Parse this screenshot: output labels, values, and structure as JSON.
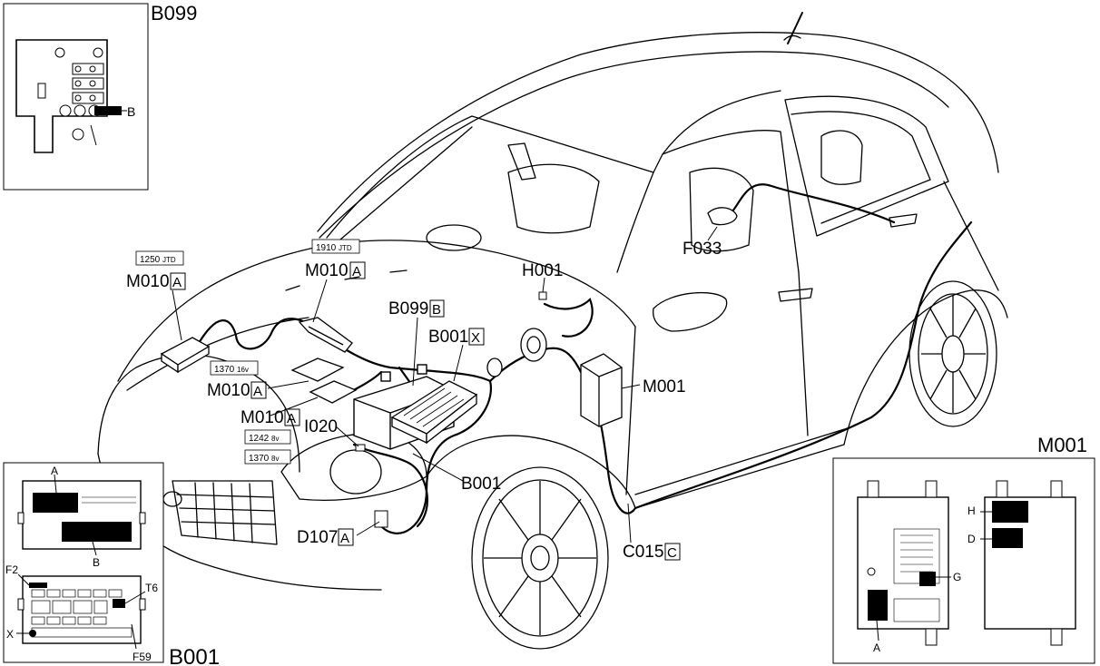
{
  "insets": {
    "b099": {
      "title": "B099",
      "pin_label": "B"
    },
    "b001": {
      "title": "B001",
      "top_labels": {
        "a": "A",
        "b": "B"
      },
      "bottom_labels": {
        "f2": "F2",
        "t6": "T6",
        "x": "X",
        "f59": "F59"
      }
    },
    "m001": {
      "title": "M001",
      "left_labels": {
        "a": "A",
        "g": "G"
      },
      "right_labels": {
        "h": "H",
        "d": "D"
      }
    }
  },
  "callouts": {
    "m010_a_1": {
      "code": "M010",
      "box": "A"
    },
    "m010_a_2": {
      "code": "M010",
      "box": "A"
    },
    "m010_a_3": {
      "code": "M010",
      "box": "A"
    },
    "m010_a_4": {
      "code": "M010",
      "box": "A"
    },
    "b099_b": {
      "code": "B099",
      "box": "B"
    },
    "b001_x": {
      "code": "B001",
      "box": "X"
    },
    "h001": {
      "code": "H001"
    },
    "f033": {
      "code": "F033"
    },
    "m001": {
      "code": "M001"
    },
    "i020": {
      "code": "I020"
    },
    "b001": {
      "code": "B001"
    },
    "d107_a": {
      "code": "D107",
      "box": "A"
    },
    "c015_c": {
      "code": "C015",
      "box": "C"
    }
  },
  "engine_tags": {
    "t1250": {
      "num": "1250",
      "suffix": "JTD"
    },
    "t1910": {
      "num": "1910",
      "suffix": "JTD"
    },
    "t1370_16v": {
      "num": "1370",
      "suffix": "16v"
    },
    "t1242_8v": {
      "num": "1242",
      "suffix": "8v"
    },
    "t1370_8v": {
      "num": "1370",
      "suffix": "8v"
    }
  },
  "icons": [
    "car-illustration",
    "battery-icon",
    "fuse-box-icon",
    "ecu-module-icon",
    "horn-icon",
    "wheel-icon"
  ]
}
